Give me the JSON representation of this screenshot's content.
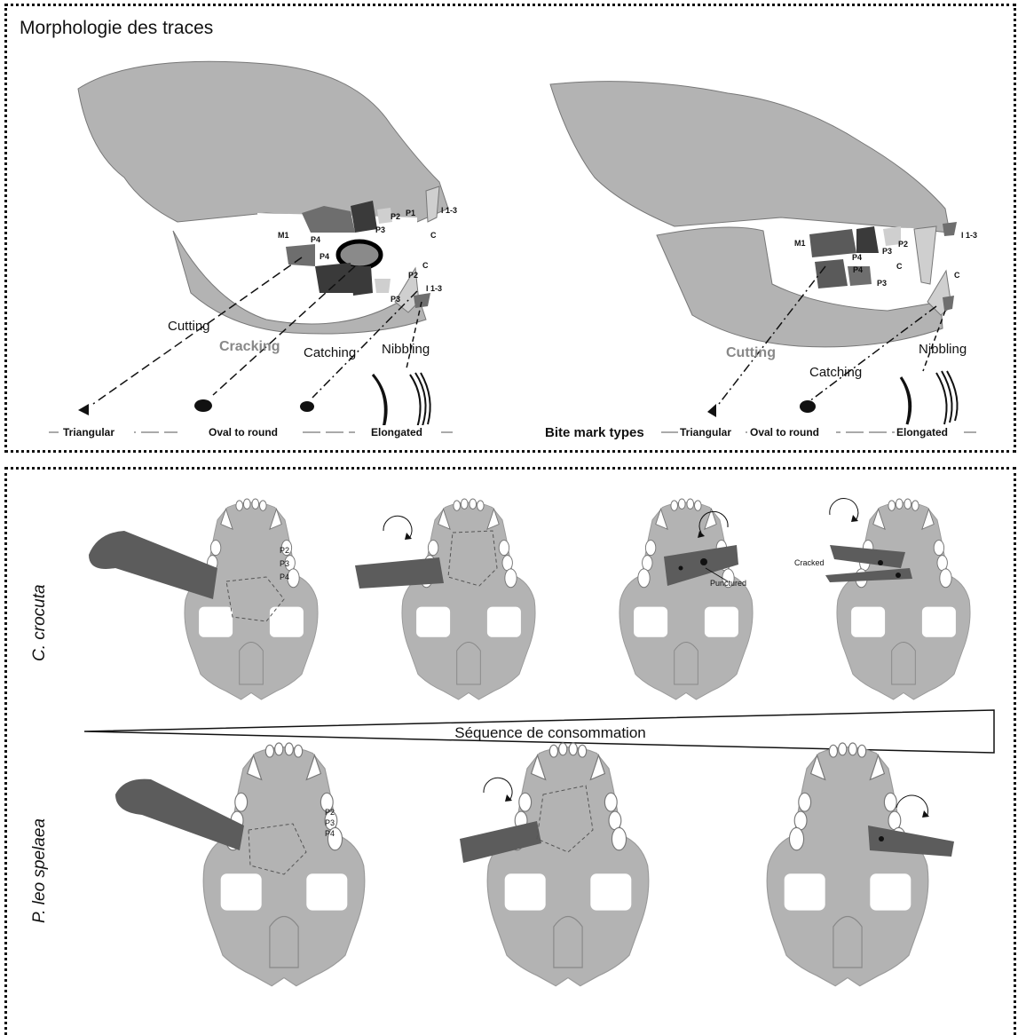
{
  "title": "Morphologie des traces",
  "skull_left": {
    "teeth": [
      "M1",
      "P4",
      "P3",
      "P2",
      "P1",
      "I 1-3",
      "C",
      "P4",
      "P3",
      "P2",
      "C",
      "I 1-3"
    ],
    "functions": [
      "Cutting",
      "Cracking",
      "Catching",
      "Nibbling"
    ],
    "mark_types": [
      "Triangular",
      "Oval to round",
      "Elongated"
    ]
  },
  "skull_right": {
    "teeth": [
      "M1",
      "P4",
      "P3",
      "P2",
      "I 1-3",
      "C",
      "P4",
      "P3",
      "C"
    ],
    "functions": [
      "Cutting",
      "Catching",
      "Nibbling"
    ],
    "mark_types_label": "Bite mark types",
    "mark_types": [
      "Triangular",
      "Oval to round",
      "Elongated"
    ]
  },
  "species": [
    "C. crocuta",
    "P. leo spelaea"
  ],
  "sequence_label": "Séquence de consommation",
  "skull_tooth_labels": [
    "P2",
    "P3",
    "P4"
  ],
  "annotations": [
    "Punctured",
    "Cracked"
  ],
  "colors": {
    "skull": "#b3b3b3",
    "bone": "#5c5c5c",
    "dark_tooth": "#3a3a3a",
    "mid_tooth": "#6e6e6e",
    "light_tooth": "#cfcfcf"
  }
}
